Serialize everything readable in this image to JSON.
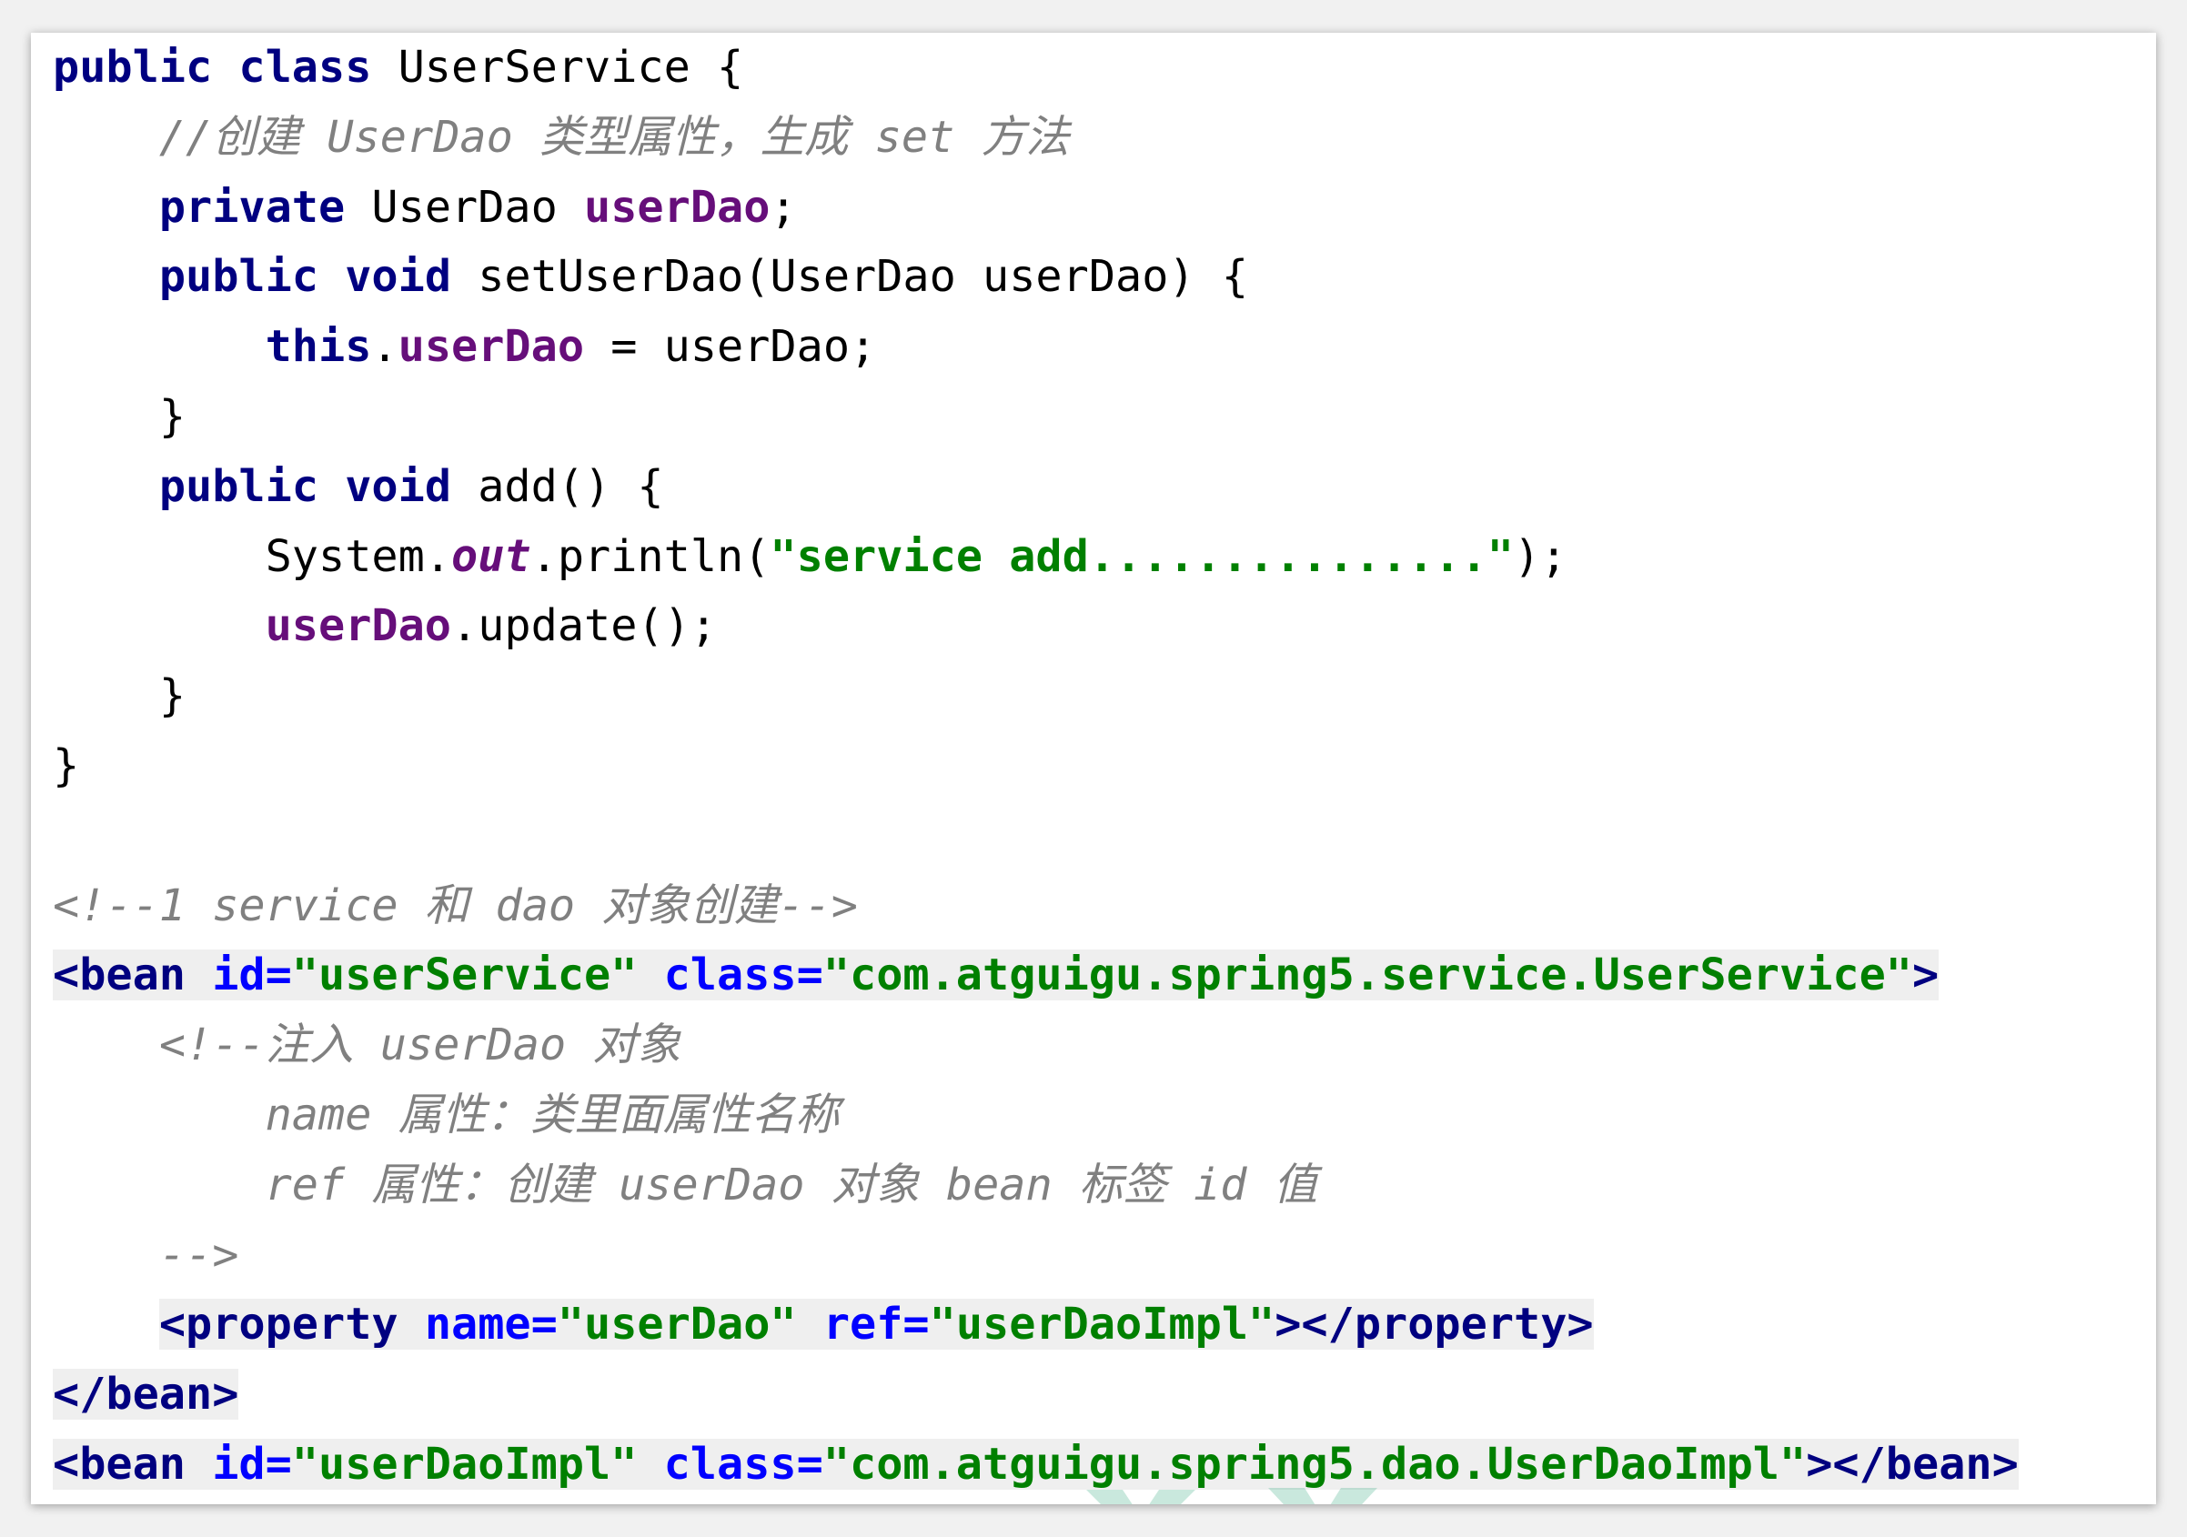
{
  "java": {
    "class_decl": {
      "public": "public",
      "class": "class",
      "name": "UserService",
      "brace": "{"
    },
    "comment_field": "//创建 UserDao 类型属性，生成 set 方法",
    "field_decl": {
      "private": "private",
      "type": "UserDao",
      "name": "userDao",
      "semi": ";"
    },
    "setter_decl": {
      "public": "public",
      "void": "void",
      "signature": "setUserDao(UserDao userDao) {"
    },
    "setter_body": {
      "this": "this",
      "dot": ".",
      "field": "userDao",
      "rest": " = userDao;"
    },
    "close_brace": "}",
    "add_decl": {
      "public": "public",
      "void": "void",
      "signature": "add() {"
    },
    "println": {
      "prefix": "System.",
      "out": "out",
      "call": ".println(",
      "string": "\"service add...............\"",
      "suffix": ");"
    },
    "update_call": {
      "field": "userDao",
      "rest": ".update();"
    }
  },
  "xml": {
    "comment_create": "<!--1 service 和 dao 对象创建-->",
    "bean_service": {
      "tag_open": "<bean",
      "id_attr": "id=",
      "id_value": "\"userService\"",
      "class_attr": "class=",
      "class_value": "\"com.atguigu.spring5.service.UserService\"",
      "tag_close": ">"
    },
    "comment_inject": [
      "<!--注入 userDao 对象",
      "name 属性：类里面属性名称",
      "ref 属性：创建 userDao 对象 bean 标签 id 值",
      "-->"
    ],
    "property": {
      "tag_open": "<property",
      "name_attr": "name=",
      "name_value": "\"userDao\"",
      "ref_attr": "ref=",
      "ref_value": "\"userDaoImpl\"",
      "tag_close": "></property>"
    },
    "bean_close": "</bean>",
    "bean_dao": {
      "tag_open": "<bean",
      "id_attr": "id=",
      "id_value": "\"userDaoImpl\"",
      "class_attr": "class=",
      "class_value": "\"com.atguigu.spring5.dao.UserDaoImpl\"",
      "tag_close": "></bean>"
    }
  },
  "colors": {
    "keyword": "#000080",
    "field": "#660e7a",
    "string": "#008000",
    "comment": "#808080",
    "attribute": "#0000ff",
    "highlight": "#efefef"
  }
}
